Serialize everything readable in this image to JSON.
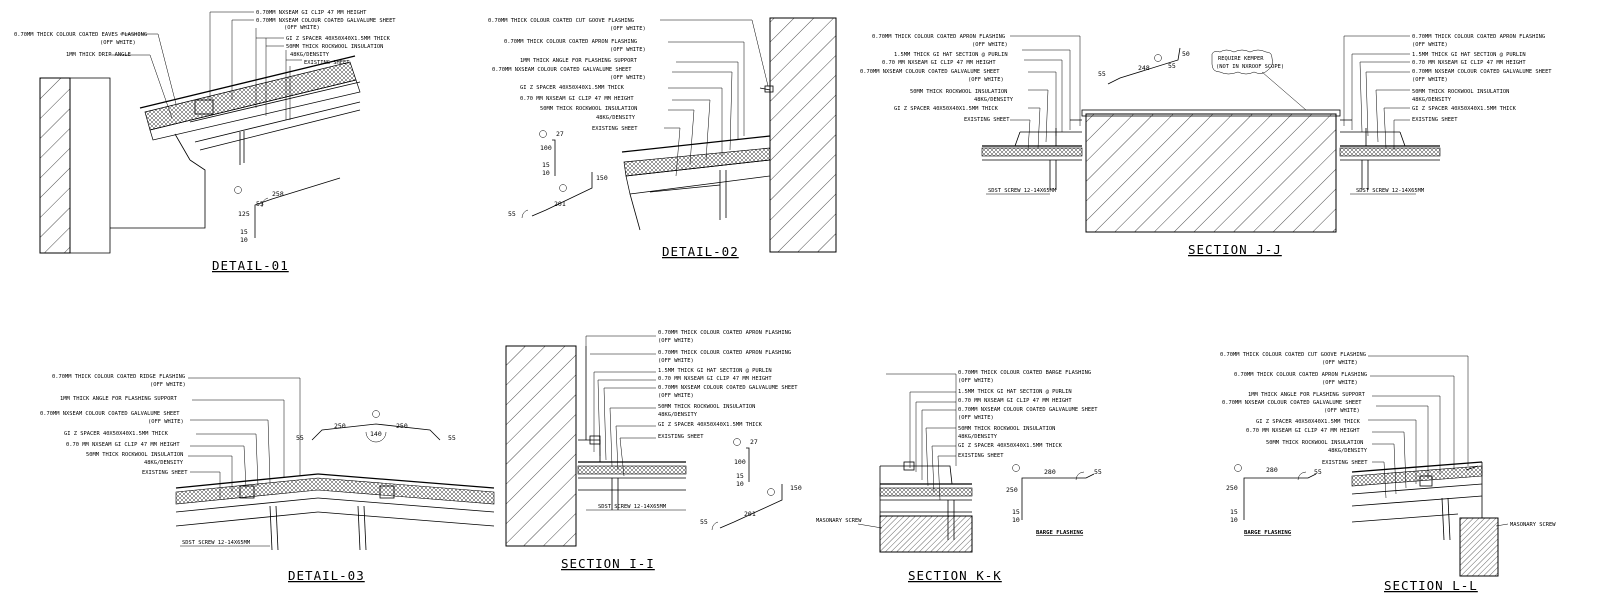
{
  "details": {
    "d1": {
      "title": "DETAIL-01",
      "labels": [
        "0.70MM NXSEAM GI CLIP  47 MM HEIGHT",
        "0.70MM NXSEAM COLOUR COATED GALVALUME SHEET",
        "(OFF WHITE)",
        "GI Z SPACER 40X50X40X1.5MM THICK",
        "50MM THICK ROCKWOOL INSULATION",
        "48KG/DENSITY",
        "EXISTING SHEET"
      ],
      "left_labels": [
        "0.70MM THICK COLOUR COATED EAVES FLASHING",
        "(OFF WHITE)",
        "1MM THICK DRIP ANGLE"
      ],
      "dims": [
        "258",
        "125",
        "15",
        "10",
        "55"
      ]
    },
    "d2": {
      "title": "DETAIL-02",
      "labels": [
        "0.70MM THICK COLOUR COATED CUT GOOVE FLASHING",
        "(OFF WHITE)",
        "0.70MM THICK COLOUR COATED APRON FLASHING",
        "(OFF WHITE)",
        "1MM THICK ANGLE FOR FLASHING SUPPORT",
        "0.70MM NXSEAM COLOUR COATED GALVALUME SHEET",
        "(OFF WHITE)",
        "GI Z SPACER 40X50X40X1.5MM THICK",
        "0.70 MM NXSEAM GI CLIP  47 MM HEIGHT",
        "50MM THICK ROCKWOOL INSULATION",
        "48KG/DENSITY",
        "EXISTING SHEET"
      ],
      "dims": [
        "27",
        "100",
        "15",
        "10",
        "150",
        "201",
        "55"
      ]
    },
    "jj": {
      "title": "SECTION J-J",
      "left_labels": [
        "0.70MM THICK COLOUR COATED APRON FLASHING",
        "(OFF WHITE)",
        "1.5MM THICK GI HAT SECTION @ PURLIN",
        "0.70 MM NXSEAM GI CLIP  47 MM HEIGHT",
        "0.70MM NXSEAM COLOUR COATED GALVALUME SHEET",
        "(OFF WHITE)",
        "50MM THICK ROCKWOOL INSULATION",
        "48KG/DENSITY",
        "GI Z SPACER 40X50X40X1.5MM THICK",
        "EXISTING SHEET"
      ],
      "right_labels": [
        "0.70MM THICK COLOUR COATED APRON FLASHING",
        "(OFF WHITE)",
        "1.5MM THICK GI HAT SECTION @ PURLIN",
        "0.70 MM NXSEAM GI CLIP  47 MM HEIGHT",
        "0.70MM NXSEAM COLOUR COATED GALVALUME SHEET",
        "(OFF WHITE)",
        "50MM THICK ROCKWOOL INSULATION",
        "48KG/DENSITY",
        "GI Z SPACER 40X50X40X1.5MM THICK",
        "EXISTING SHEET"
      ],
      "note": [
        "REQUIRE KEMPER",
        "(NOT IN NXROOF SCOPE)"
      ],
      "screw_left": "SDST SCREW 12-14X65MM",
      "screw_right": "SDST SCREW 12-14X65MM",
      "dims": [
        "55",
        "248",
        "55",
        "50"
      ]
    },
    "d3": {
      "title": "DETAIL-03",
      "labels": [
        "0.70MM THICK COLOUR COATED RIDGE FLASHING",
        "(OFF WHITE)",
        "1MM THICK ANGLE FOR FLASHING SUPPORT",
        "0.70MM NXSEAM COLOUR COATED GALVALUME SHEET",
        "(OFF WHITE)",
        "GI Z SPACER 40X50X40X1.5MM THICK",
        "0.70 MM NXSEAM GI CLIP  47 MM HEIGHT",
        "50MM THICK ROCKWOOL INSULATION",
        "48KG/DENSITY",
        "EXISTING SHEET"
      ],
      "screw": "SDST SCREW 12-14X65MM",
      "dims": [
        "55",
        "250",
        "250",
        "55",
        "140"
      ]
    },
    "ii": {
      "title": "SECTION I-I",
      "labels": [
        "0.70MM THICK COLOUR COATED APRON FLASHING",
        "(OFF WHITE)",
        "0.70MM THICK COLOUR COATED APRON FLASHING",
        "(OFF WHITE)",
        "1.5MM THICK GI HAT SECTION @ PURLIN",
        "0.70 MM NXSEAM GI CLIP  47 MM HEIGHT",
        "0.70MM NXSEAM COLOUR COATED GALVALUME SHEET",
        "(OFF WHITE)",
        "50MM THICK ROCKWOOL INSULATION",
        "48KG/DENSITY",
        "GI Z SPACER 40X50X40X1.5MM THICK",
        "EXISTING SHEET"
      ],
      "screw": "SDST SCREW 12-14X65MM",
      "dims": [
        "27",
        "100",
        "15",
        "10",
        "150",
        "201",
        "55"
      ]
    },
    "kk": {
      "title": "SECTION K-K",
      "labels": [
        "0.70MM THICK COLOUR COATED BARGE FLASHING",
        "(OFF WHITE)",
        "1.5MM THICK GI HAT SECTION @ PURLIN",
        "0.70 MM NXSEAM GI CLIP  47 MM HEIGHT",
        "0.70MM NXSEAM COLOUR COATED GALVALUME SHEET",
        "(OFF WHITE)",
        "50MM THICK ROCKWOOL INSULATION",
        "48KG/DENSITY",
        "GI Z SPACER 40X50X40X1.5MM THICK",
        "EXISTING SHEET"
      ],
      "masonary": "MASONARY SCREW",
      "barge": "BARGE FLASHING",
      "dims": [
        "280",
        "55",
        "250",
        "15",
        "10"
      ]
    },
    "ll": {
      "title": "SECTION L-L",
      "labels": [
        "0.70MM THICK COLOUR COATED CUT GOOVE FLASHING",
        "(OFF WHITE)",
        "0.70MM THICK COLOUR COATED APRON FLASHING",
        "(OFF WHITE)",
        "1MM THICK ANGLE FOR FLASHING SUPPORT",
        "0.70MM NXSEAM COLOUR COATED GALVALUME SHEET",
        "(OFF WHITE)",
        "GI Z SPACER 40X50X40X1.5MM THICK",
        "0.70 MM NXSEAM GI CLIP  47 MM HEIGHT",
        "50MM THICK ROCKWOOL INSULATION",
        "48KG/DENSITY",
        "EXISTING SHEET"
      ],
      "masonary": "MASONARY SCREW",
      "barge": "BARGE FLASHING",
      "dims": [
        "280",
        "55",
        "250",
        "15",
        "10"
      ]
    }
  }
}
